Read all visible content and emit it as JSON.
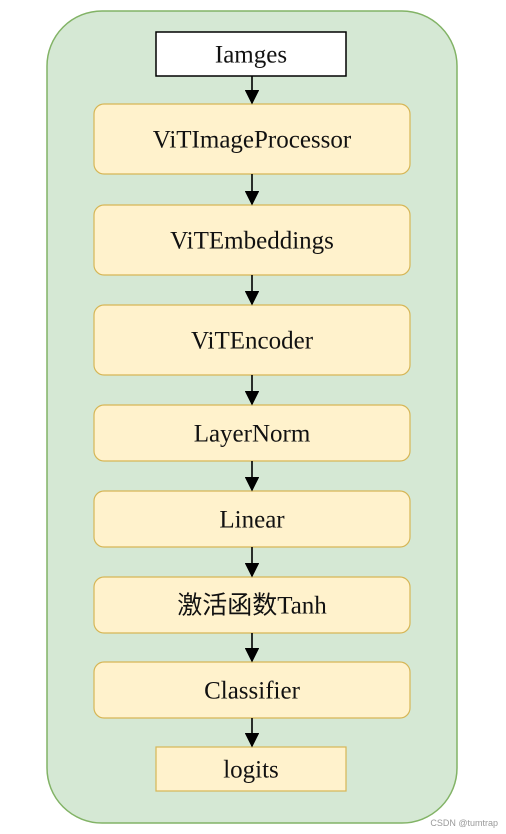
{
  "colors": {
    "container_fill": "#d5e8d4",
    "container_stroke": "#82b366",
    "node_fill": "#fff2cc",
    "node_stroke": "#d6b656",
    "input_fill": "#ffffff",
    "input_stroke": "#000000",
    "arrow": "#000000"
  },
  "nodes": [
    {
      "id": "input",
      "label": "Iamges",
      "kind": "input"
    },
    {
      "id": "processor",
      "label": "ViTImageProcessor",
      "kind": "block"
    },
    {
      "id": "embeddings",
      "label": "ViTEmbeddings",
      "kind": "block"
    },
    {
      "id": "encoder",
      "label": "ViTEncoder",
      "kind": "block"
    },
    {
      "id": "layernorm",
      "label": "LayerNorm",
      "kind": "block"
    },
    {
      "id": "linear",
      "label": "Linear",
      "kind": "block"
    },
    {
      "id": "activation",
      "label": "激活函数Tanh",
      "kind": "block"
    },
    {
      "id": "classifier",
      "label": "Classifier",
      "kind": "block"
    },
    {
      "id": "output",
      "label": "logits",
      "kind": "output"
    }
  ],
  "watermark": "CSDN @tumtrap"
}
